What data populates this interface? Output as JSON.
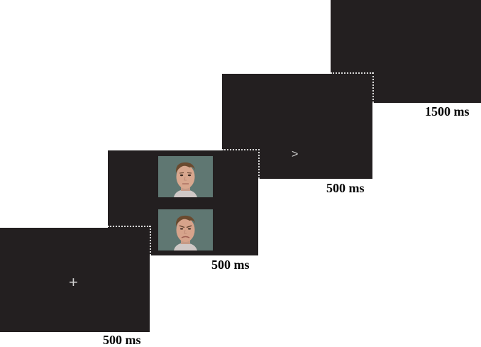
{
  "trial": {
    "fixation_symbol": "+",
    "arrow_symbol": ">",
    "durations": [
      "500 ms",
      "500 ms",
      "500 ms",
      "1500 ms"
    ]
  },
  "faces": {
    "top": {
      "expression": "neutral",
      "icon": "neutral-face-icon"
    },
    "bottom": {
      "expression": "angry",
      "icon": "angry-face-icon"
    }
  },
  "colors": {
    "screen": "#231f20",
    "face_background": "#5f7772",
    "dotted_connector": "#d9d9d9",
    "label_text": "#000000"
  }
}
